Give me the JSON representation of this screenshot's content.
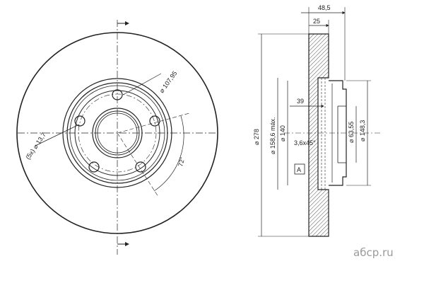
{
  "front_view": {
    "bolt_holes_label": "(5x) ⌀ 13,7",
    "pcd_label": "⌀ 107,95",
    "angle_label": "72°"
  },
  "side_view": {
    "overall_width": "48,5",
    "braking_width": "25",
    "hat_depth": "39",
    "chamfer": "3,6x45°",
    "datum": "A",
    "dia_outer": "⌀ 278",
    "dia_friction_inner": "⌀ 158,6 máx.",
    "dia_hat": "⌀ 140",
    "dia_center_bore": "⌀ 63,55",
    "dia_hub": "⌀ 148,3"
  },
  "watermark": "aбcp.ru",
  "colors": {
    "line": "#222222",
    "hatch": "#555555",
    "watermark": "#9a9a9a"
  }
}
